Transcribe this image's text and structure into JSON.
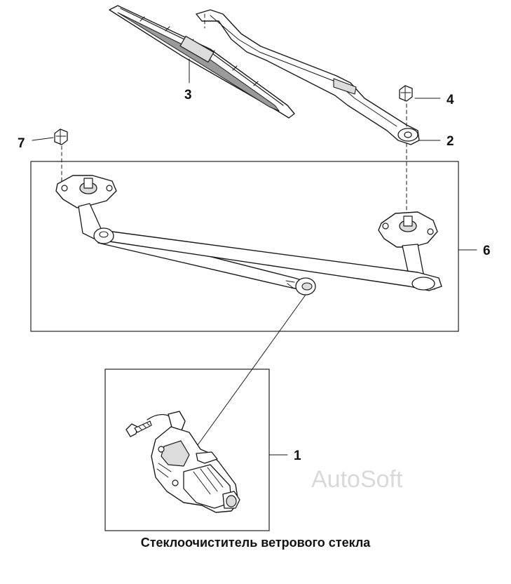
{
  "caption": "Стеклоочиститель ветрового стекла",
  "watermark": "AutoSoft",
  "callouts": {
    "motor": "1",
    "arm": "2",
    "blade": "3",
    "nut_right": "4",
    "linkage": "6",
    "nut_left": "7"
  }
}
